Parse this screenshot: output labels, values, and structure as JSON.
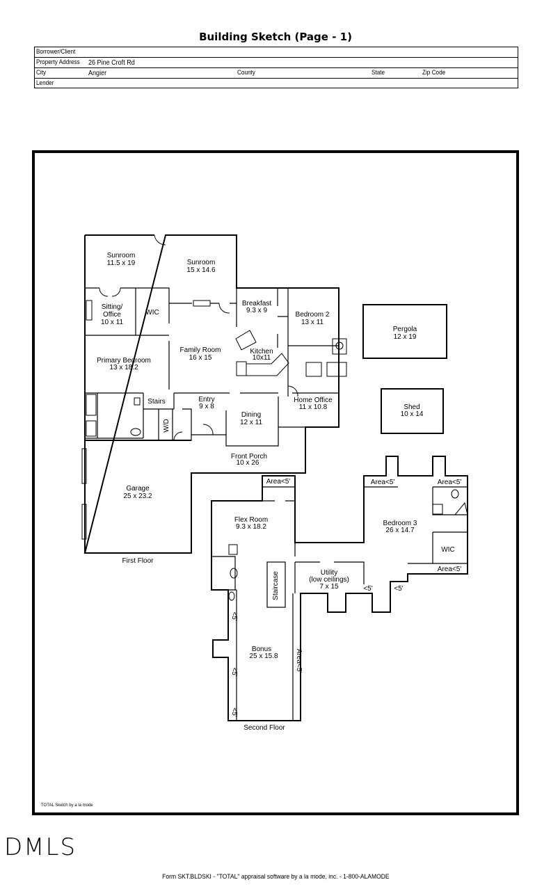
{
  "header": {
    "title": "Building Sketch (Page - 1)",
    "borrower_label": "Borrower/Client",
    "borrower_value": "",
    "address_label": "Property Address",
    "address_value": "26 Pine Croft Rd",
    "city_label": "City",
    "city_value": "Angier",
    "county_label": "County",
    "county_value": "",
    "state_label": "State",
    "state_value": "",
    "zip_label": "Zip Code",
    "zip_value": "",
    "lender_label": "Lender",
    "lender_value": ""
  },
  "first_floor": {
    "caption": "First Floor",
    "rooms": [
      {
        "id": "sunroom-1",
        "name": "Sunroom",
        "dims": "11.5 x 19"
      },
      {
        "id": "sunroom-2",
        "name": "Sunroom",
        "dims": "15 x 14.6"
      },
      {
        "id": "sitting-office",
        "name": "Sitting/",
        "name2": "Office",
        "dims": "10 x 11"
      },
      {
        "id": "wic-1",
        "name": "WIC",
        "dims": ""
      },
      {
        "id": "breakfast",
        "name": "Breakfast",
        "dims": "9.3 x 9"
      },
      {
        "id": "bedroom-2",
        "name": "Bedroom 2",
        "dims": "13 x 11"
      },
      {
        "id": "family-room",
        "name": "Family Room",
        "dims": "16 x 15"
      },
      {
        "id": "kitchen",
        "name": "Kitchen",
        "dims": "10x11"
      },
      {
        "id": "primary-bedroom",
        "name": "Primary Bedroom",
        "dims": "13 x 18.2"
      },
      {
        "id": "stairs",
        "name": "Stairs",
        "dims": ""
      },
      {
        "id": "entry",
        "name": "Entry",
        "dims": "9 x 8"
      },
      {
        "id": "dining",
        "name": "Dining",
        "dims": "12 x 11"
      },
      {
        "id": "home-office",
        "name": "Home Office",
        "dims": "11 x 10.8"
      },
      {
        "id": "wd",
        "name": "W/D",
        "dims": ""
      },
      {
        "id": "front-porch",
        "name": "Front Porch",
        "dims": "10 x 26"
      },
      {
        "id": "garage",
        "name": "Garage",
        "dims": "25 x 23.2"
      }
    ]
  },
  "outbuildings": [
    {
      "id": "pergola",
      "name": "Pergola",
      "dims": "12 x 19"
    },
    {
      "id": "shed",
      "name": "Shed",
      "dims": "10 x 14"
    }
  ],
  "second_floor": {
    "caption": "Second Floor",
    "rooms": [
      {
        "id": "area-flex",
        "name": "Area<5'",
        "dims": ""
      },
      {
        "id": "flex-room",
        "name": "Flex Room",
        "dims": "9.3 x 18.2"
      },
      {
        "id": "bedroom-3",
        "name": "Bedroom 3",
        "dims": "26 x 14.7"
      },
      {
        "id": "area-br3-left",
        "name": "Area<5'",
        "dims": ""
      },
      {
        "id": "area-br3-right",
        "name": "Area<5'",
        "dims": ""
      },
      {
        "id": "wic-2",
        "name": "WIC",
        "dims": ""
      },
      {
        "id": "area-br3-bottom",
        "name": "Area<5'",
        "dims": ""
      },
      {
        "id": "utility",
        "name": "Utility",
        "name2": "(low ceilings)",
        "dims": "7 x 15"
      },
      {
        "id": "staircase",
        "name": "Staircase",
        "dims": ""
      },
      {
        "id": "lt5-utility",
        "name": "<5'",
        "dims": ""
      },
      {
        "id": "lt5-br3",
        "name": "<5'",
        "dims": ""
      },
      {
        "id": "bonus",
        "name": "Bonus",
        "dims": "25 x 15.8"
      },
      {
        "id": "area-bonus",
        "name": "Area<5'",
        "dims": ""
      },
      {
        "id": "lt5-bonus-1",
        "name": "<5'",
        "dims": ""
      },
      {
        "id": "lt5-bonus-2",
        "name": "<5'",
        "dims": ""
      },
      {
        "id": "lt5-bonus-3",
        "name": "<5'",
        "dims": ""
      }
    ]
  },
  "sketch_credit": "TOTAL Sketch by a la mode",
  "logo_text": "DMLS",
  "footer": "Form SKT.BLDSKI - \"TOTAL\" appraisal software by a la mode, inc. - 1-800-ALAMODE"
}
